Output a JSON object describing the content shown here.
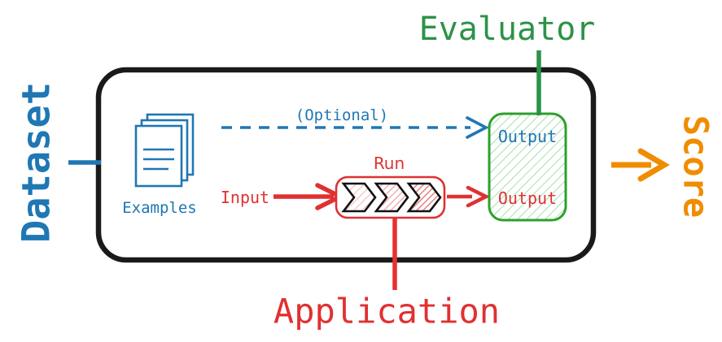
{
  "diagram": {
    "title": "Evaluation pipeline diagram",
    "colors": {
      "blue": "#1f77b4",
      "red": "#e03131",
      "red_bright": "#e8312f",
      "green": "#2ca02c",
      "green_dark": "#2b9348",
      "orange": "#f08c00",
      "black": "#1a1a1a",
      "white": "#ffffff"
    },
    "outer_container": {
      "name": "pipeline-boundary",
      "stroke": "#1a1a1a",
      "fill": "#ffffff"
    },
    "labels": {
      "dataset": "Dataset",
      "evaluator": "Evaluator",
      "application": "Application",
      "score": "Score",
      "examples": "Examples",
      "input": "Input",
      "run": "Run",
      "optional": "(Optional)",
      "output_from_examples": "Output",
      "output_from_run": "Output"
    },
    "connectors": [
      {
        "name": "dataset-connector",
        "color": "#1f77b4",
        "style": "solid",
        "arrow": false
      },
      {
        "name": "optional-arrow",
        "color": "#1f77b4",
        "style": "dashed",
        "arrow": true,
        "label": "(Optional)"
      },
      {
        "name": "input-arrow",
        "color": "#e03131",
        "style": "solid",
        "arrow": true,
        "label": "Input"
      },
      {
        "name": "run-to-output-arrow",
        "color": "#e03131",
        "style": "solid",
        "arrow": true
      },
      {
        "name": "evaluator-connector",
        "color": "#2b9348",
        "style": "solid",
        "arrow": false
      },
      {
        "name": "application-connector",
        "color": "#e8312f",
        "style": "solid",
        "arrow": false
      },
      {
        "name": "score-arrow",
        "color": "#f08c00",
        "style": "solid",
        "arrow": true
      }
    ],
    "nodes": {
      "examples_icon": {
        "name": "examples-document-stack-icon",
        "pages": 3,
        "text_lines": 3,
        "stroke": "#1f77b4"
      },
      "run_box": {
        "name": "run-box",
        "stroke": "#e03131",
        "chevrons": 3,
        "chevron_hatch_shades": [
          "#f6b8b8",
          "#ef8f8f",
          "#e36565"
        ],
        "chevron_stroke": "#111111"
      },
      "output_box": {
        "name": "evaluator-output-box",
        "stroke": "#2ca02c",
        "hatch": "#4cc25a",
        "entries": [
          {
            "label": "Output",
            "color": "#1f77b4",
            "source": "examples"
          },
          {
            "label": "Output",
            "color": "#e03131",
            "source": "run"
          }
        ]
      }
    }
  }
}
